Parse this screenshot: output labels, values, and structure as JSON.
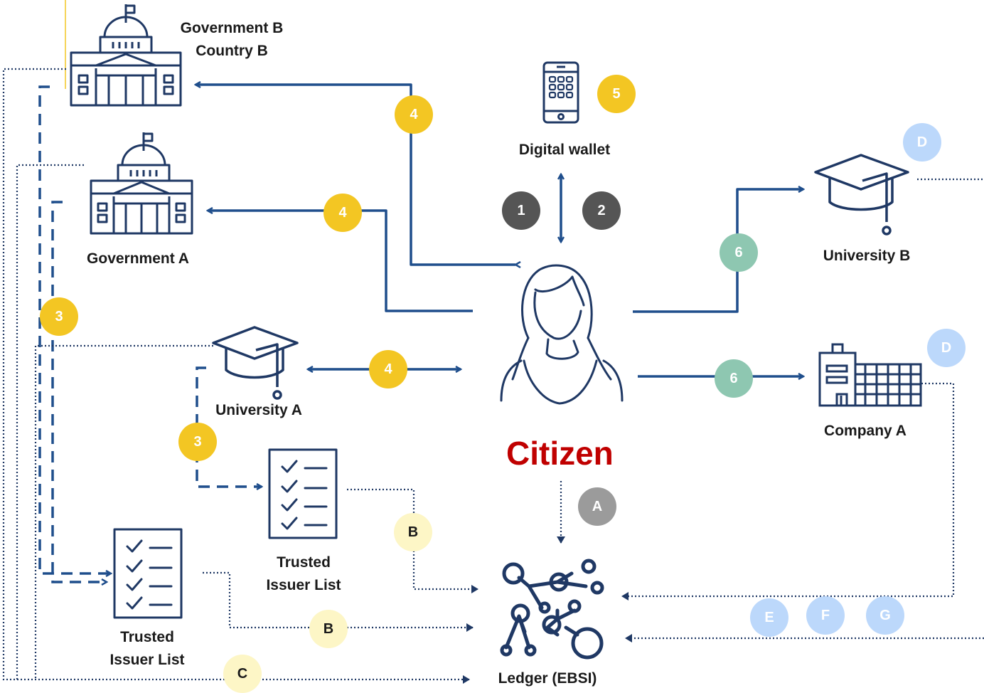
{
  "nodes": {
    "gov_b": "Government B\nCountry B",
    "gov_a": "Government A",
    "wallet": "Digital wallet",
    "univ_a": "University A",
    "univ_b": "University B",
    "company_a": "Company A",
    "citizen": "Citizen",
    "til_1": "Trusted\nIssuer List",
    "til_2": "Trusted\nIssuer List",
    "ledger": "Ledger (EBSI)"
  },
  "badges": {
    "b4_govb": "4",
    "b5": "5",
    "b1": "1",
    "b2": "2",
    "b4_gova": "4",
    "b4_univa": "4",
    "b3_left": "3",
    "b3_univa": "3",
    "b6_univb": "6",
    "b6_company": "6",
    "bA": "A",
    "bB_1": "B",
    "bB_2": "B",
    "bC": "C",
    "bD_1": "D",
    "bD_2": "D",
    "bE": "E",
    "bF": "F",
    "bG": "G"
  },
  "colors": {
    "navy": "#1f4e8c",
    "icon": "#1f3864",
    "yellow": "#f3c623",
    "dark": "#555555",
    "teal": "#8ec7b1",
    "grey": "#9b9b9b",
    "lightblue": "#bcd8fb",
    "cream": "#fdf6c6",
    "red": "#c00000"
  },
  "icons": {
    "gov_b": "capitol-building-icon",
    "gov_a": "capitol-building-icon",
    "wallet": "smartphone-icon",
    "univ_a": "graduation-cap-icon",
    "univ_b": "graduation-cap-icon",
    "company": "office-building-icon",
    "citizen": "person-icon",
    "checklist": "checklist-icon",
    "ledger": "network-nodes-icon"
  }
}
